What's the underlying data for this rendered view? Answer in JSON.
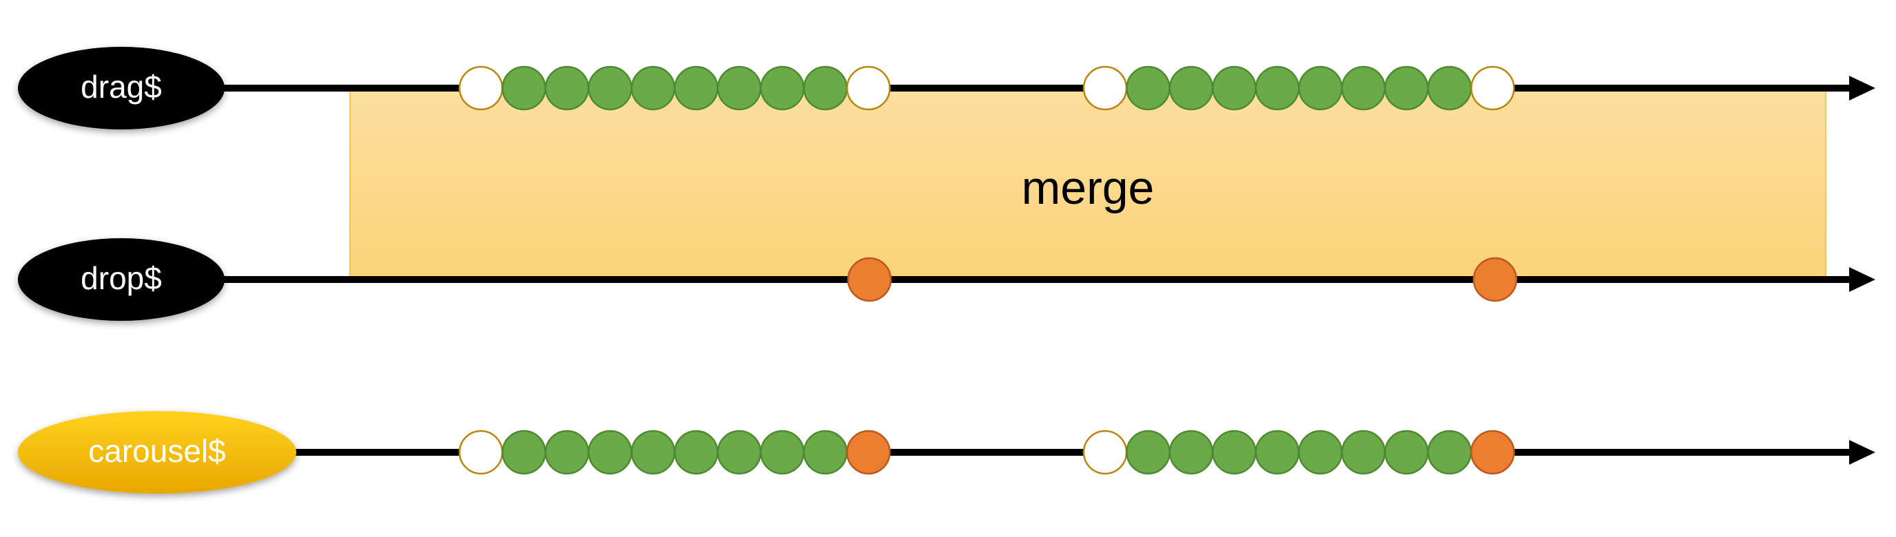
{
  "operator": {
    "label": "merge",
    "fill_top": "#fcdea0",
    "fill_bottom": "#fbd478",
    "border": "#f2c55c"
  },
  "streams": [
    {
      "id": "drag",
      "label": "drag$",
      "badge_color": "#000000",
      "text_color": "#ffffff",
      "events": [
        {
          "type": "start"
        },
        {
          "type": "move"
        },
        {
          "type": "move"
        },
        {
          "type": "move"
        },
        {
          "type": "move"
        },
        {
          "type": "move"
        },
        {
          "type": "move"
        },
        {
          "type": "move"
        },
        {
          "type": "move"
        },
        {
          "type": "start"
        },
        {
          "type": "start"
        },
        {
          "type": "move"
        },
        {
          "type": "move"
        },
        {
          "type": "move"
        },
        {
          "type": "move"
        },
        {
          "type": "move"
        },
        {
          "type": "move"
        },
        {
          "type": "move"
        },
        {
          "type": "move"
        },
        {
          "type": "start"
        }
      ]
    },
    {
      "id": "drop",
      "label": "drop$",
      "badge_color": "#000000",
      "text_color": "#ffffff",
      "events": [
        {
          "type": "drop"
        },
        {
          "type": "drop"
        }
      ]
    },
    {
      "id": "carousel",
      "label": "carousel$",
      "badge_color": "#fdc212",
      "text_color": "#ffffff",
      "events": [
        {
          "type": "start"
        },
        {
          "type": "move"
        },
        {
          "type": "move"
        },
        {
          "type": "move"
        },
        {
          "type": "move"
        },
        {
          "type": "move"
        },
        {
          "type": "move"
        },
        {
          "type": "move"
        },
        {
          "type": "move"
        },
        {
          "type": "drop"
        },
        {
          "type": "start"
        },
        {
          "type": "move"
        },
        {
          "type": "move"
        },
        {
          "type": "move"
        },
        {
          "type": "move"
        },
        {
          "type": "move"
        },
        {
          "type": "move"
        },
        {
          "type": "move"
        },
        {
          "type": "move"
        },
        {
          "type": "drop"
        }
      ]
    }
  ],
  "marble_colors": {
    "start_fill": "#ffffff",
    "start_stroke": "#b8860b",
    "move_fill": "#6aaa48",
    "move_stroke": "#4e8a32",
    "drop_fill": "#ed7d31",
    "drop_stroke": "#b85a1c"
  }
}
